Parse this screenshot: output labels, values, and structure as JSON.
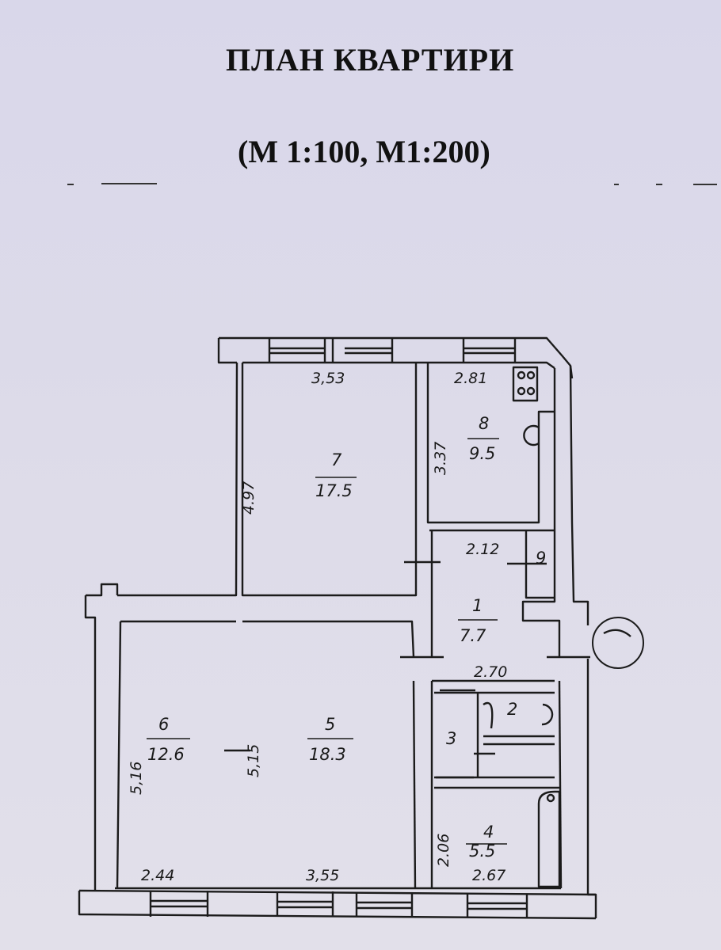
{
  "header": {
    "title": "ПЛАН КВАРТИРИ",
    "scale": "(М 1:100, М1:200)"
  },
  "rooms": [
    {
      "number": "7",
      "area": "17.5"
    },
    {
      "number": "8",
      "area": "9.5"
    },
    {
      "number": "1",
      "area": "7.7"
    },
    {
      "number": "9",
      "area": ""
    },
    {
      "number": "6",
      "area": "12.6"
    },
    {
      "number": "5",
      "area": "18.3"
    },
    {
      "number": "2",
      "area": ""
    },
    {
      "number": "3",
      "area": ""
    },
    {
      "number": "4",
      "area": "5.5"
    }
  ],
  "dimensions": {
    "room7_width": "3,53",
    "room7_length": "4.97",
    "room8_width": "2.81",
    "room8_length": "3.37",
    "room1_top": "2.12",
    "room1_bottom": "2.70",
    "room6_length": "5,16",
    "room6_width": "2.44",
    "room5_length": "5,15",
    "room5_width": "3,55",
    "room4_length": "2.06",
    "room4_width": "2.67"
  }
}
